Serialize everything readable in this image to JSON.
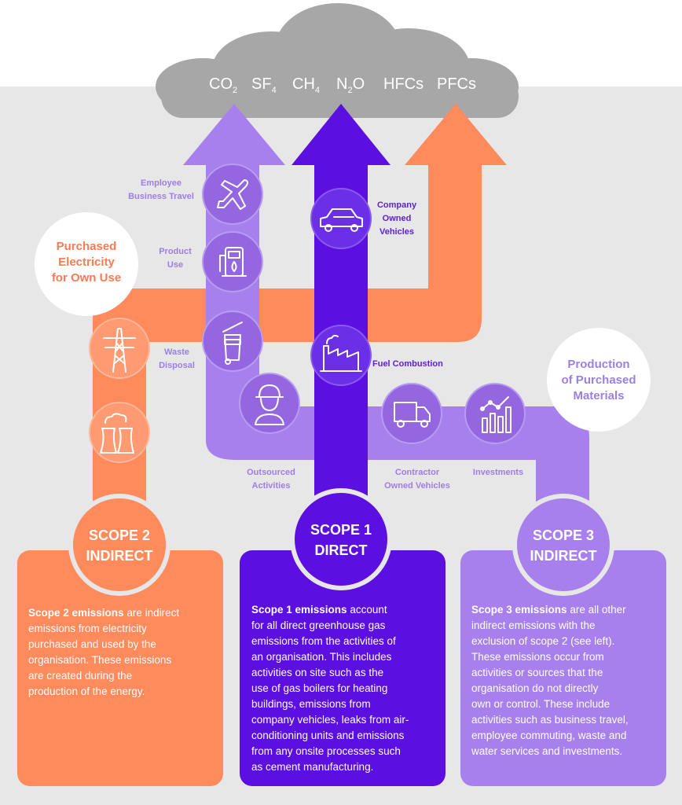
{
  "gases": [
    {
      "base": "CO",
      "sub": "2"
    },
    {
      "base": "SF",
      "sub": "4"
    },
    {
      "base": "CH",
      "sub": "4"
    },
    {
      "base": "N",
      "sub": "2",
      "tail": "O"
    },
    {
      "base": "HFCs",
      "sub": ""
    },
    {
      "base": "PFCs",
      "sub": ""
    }
  ],
  "labels": {
    "employee_travel": [
      "Employee",
      "Business Travel"
    ],
    "product_use": [
      "Product",
      "Use"
    ],
    "waste_disposal": [
      "Waste",
      "Disposal"
    ],
    "company_vehicles": [
      "Company",
      "Owned",
      "Vehicles"
    ],
    "fuel_combustion": "Fuel Combustion",
    "outsourced": [
      "Outsourced",
      "Activities"
    ],
    "contractor": [
      "Contractor",
      "Owned Vehicles"
    ],
    "investments": "Investments",
    "purchased_electricity": [
      "Purchased",
      "Electricity",
      "for Own Use"
    ],
    "production_materials": [
      "Production",
      "of Purchased",
      "Materials"
    ]
  },
  "scopes": {
    "scope2": {
      "line1": "SCOPE 2",
      "line2": "INDIRECT",
      "bold": "Scope 2 emissions",
      "lines": [
        "Scope 2 emissions are indirect",
        "emissions from electricity",
        "purchased and used by the",
        "organisation. These emissions",
        "are created during the",
        "production of the energy."
      ]
    },
    "scope1": {
      "line1": "SCOPE 1",
      "line2": "DIRECT",
      "bold": "Scope 1 emissions",
      "lines": [
        "Scope 1 emissions account",
        "for all direct greenhouse gas",
        "emissions from the activities of",
        "an organisation. This includes",
        "activities on site such as the",
        "use of gas boilers for heating",
        "buildings, emissions from",
        "company vehicles, leaks from air-",
        "conditioning units and emissions",
        "from any onsite processes such",
        "as cement manufacturing."
      ]
    },
    "scope3": {
      "line1": "SCOPE 3",
      "line2": "INDIRECT",
      "bold": "Scope 3 emissions",
      "lines": [
        "Scope 3 emissions are all other",
        "indirect emissions with the",
        "exclusion of scope 2 (see left).",
        "These emissions occur from",
        "activities or sources that the",
        "organisation do not directly",
        "own or control. These include",
        "activities such as business travel,",
        "employee commuting, waste and",
        "water services and investments."
      ]
    }
  },
  "colors": {
    "orange": "#ff8a5c",
    "dark_purple": "#5b0fe0",
    "light_purple": "#a880ee",
    "cloud": "#a7a7a7",
    "background": "#e7e7e7"
  }
}
